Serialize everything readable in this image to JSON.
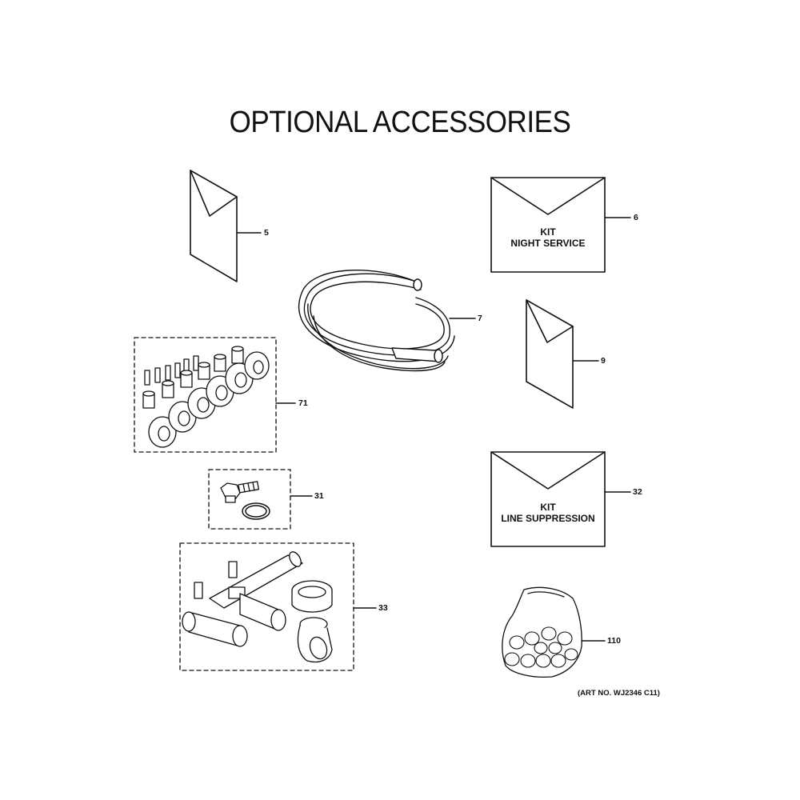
{
  "title": "OPTIONAL ACCESSORIES",
  "art_number": "(ART NO. WJ2346 C11)",
  "parts": [
    {
      "id": "5"
    },
    {
      "id": "6",
      "kit_line1": "KIT",
      "kit_line2": "NIGHT SERVICE"
    },
    {
      "id": "7"
    },
    {
      "id": "9"
    },
    {
      "id": "71"
    },
    {
      "id": "31"
    },
    {
      "id": "32",
      "kit_line1": "KIT",
      "kit_line2": "LINE SUPPRESSION"
    },
    {
      "id": "33"
    },
    {
      "id": "110"
    }
  ]
}
